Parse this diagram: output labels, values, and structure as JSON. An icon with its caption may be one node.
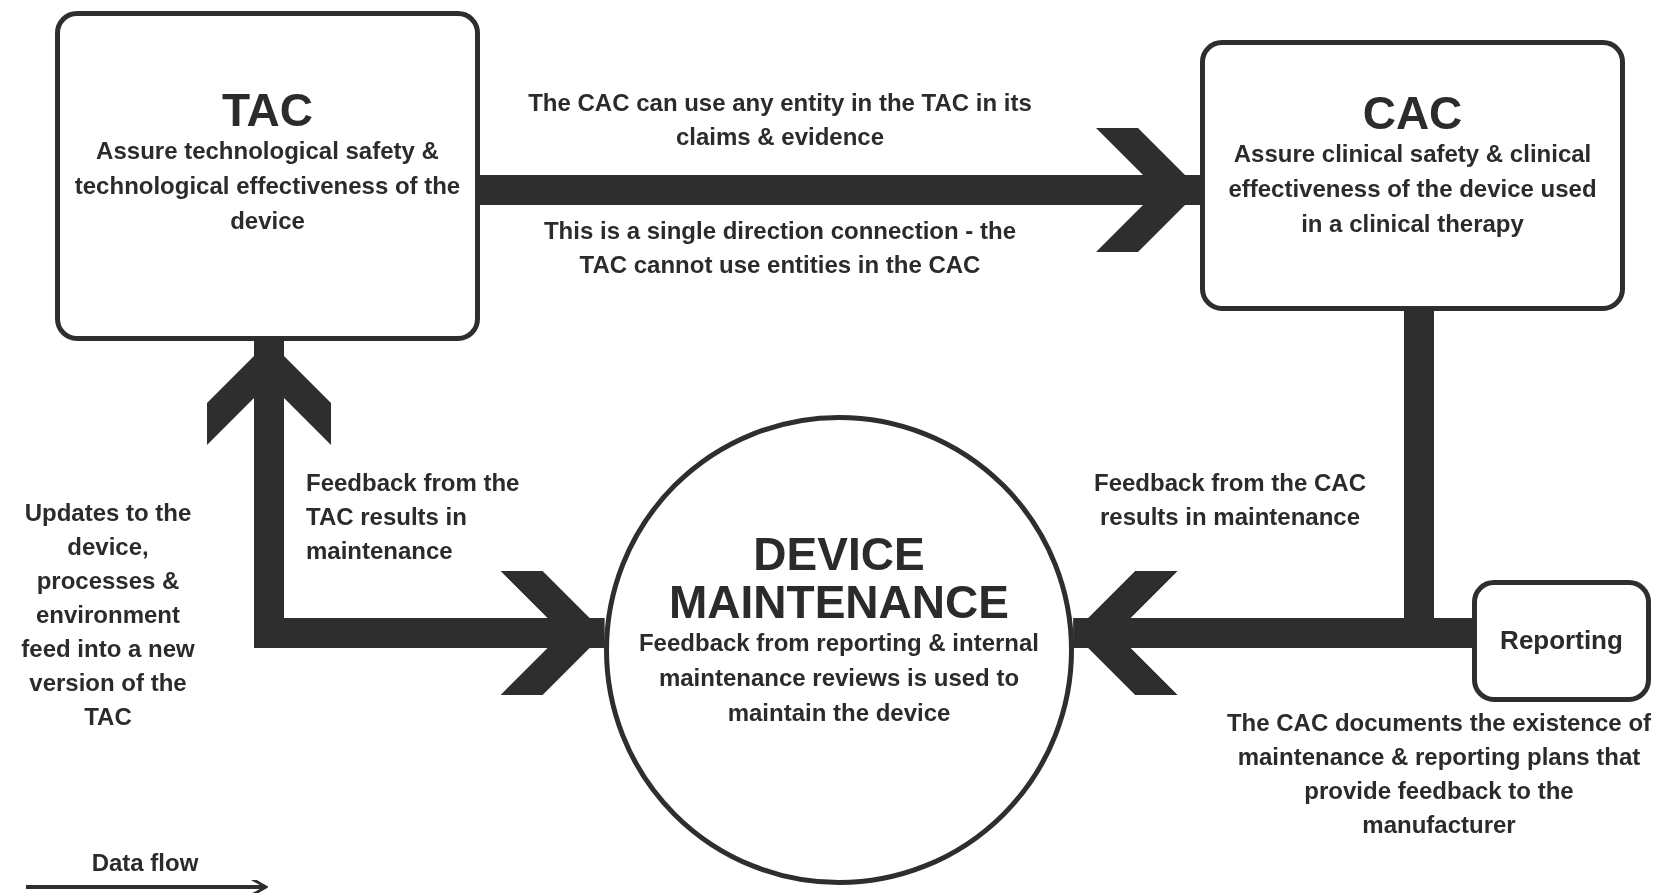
{
  "diagram": {
    "nodes": [
      {
        "text": [
          "TAC",
          "Assure technological safety & technological effectiveness of the device"
        ]
      },
      {
        "text": [
          "CAC",
          "Assure clinical safety & clinical effectiveness of the device used in a clinical therapy"
        ]
      },
      {
        "text": [
          "DEVICE MAINTENANCE",
          "Feedback from reporting & internal maintenance reviews is used to maintain the device"
        ]
      },
      {
        "text": [
          "Reporting"
        ]
      }
    ],
    "edges": [
      {
        "from": 0,
        "to": 1,
        "arrow": "to",
        "label": "The CAC can use any entity in the TAC in its claims & evidence"
      },
      {
        "from": 1,
        "to": 2,
        "arrow": "to",
        "label": "Feedback from the CAC results in maintenance"
      },
      {
        "from": 3,
        "to": 2,
        "arrow": "to"
      },
      {
        "from": 0,
        "to": 2,
        "arrow": "both",
        "label": "Feedback from the TAC results in maintenance"
      }
    ],
    "labels": [
      "This is a single direction connection - the TAC cannot use entities in the CAC",
      "Updates to the device, processes & environment feed into a new version of the TAC",
      "The CAC documents the existence of maintenance & reporting plans that provide feedback to the manufacturer"
    ],
    "legend": [
      {
        "text": "Data flow"
      }
    ]
  }
}
